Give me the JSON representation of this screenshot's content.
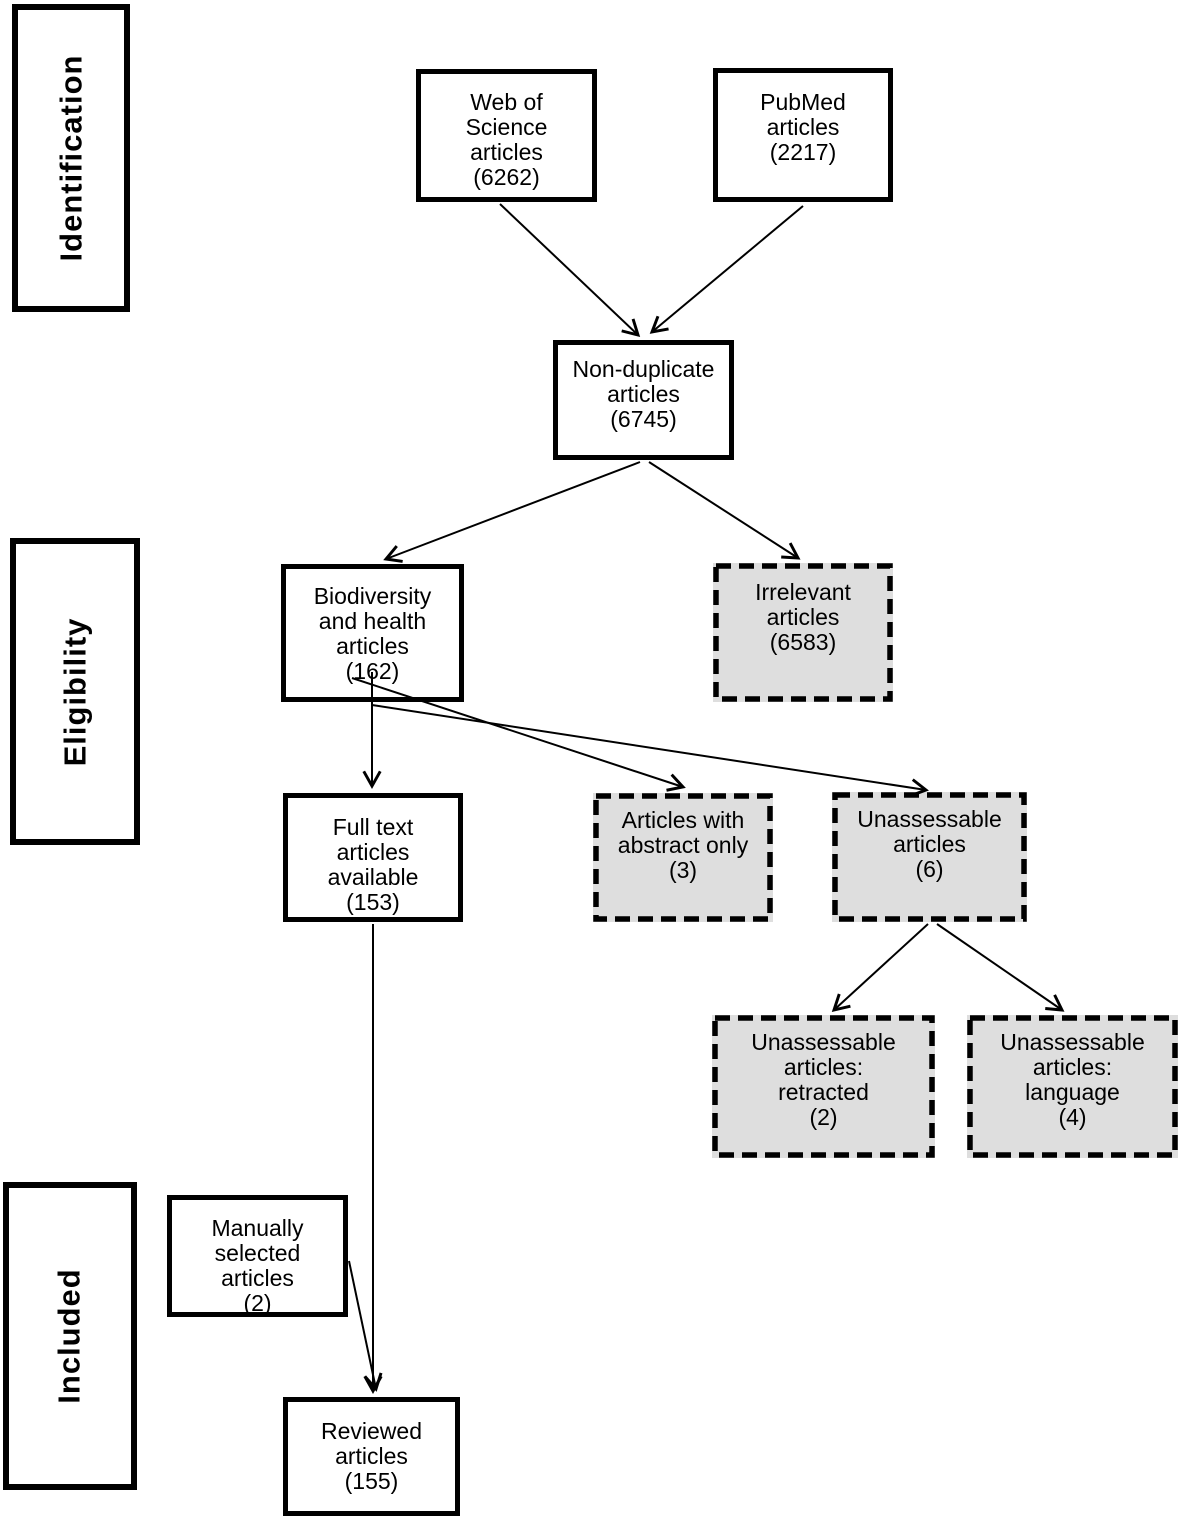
{
  "figure": {
    "stages": [
      {
        "id": "identification",
        "label": "Identification"
      },
      {
        "id": "eligibility",
        "label": "Eligibility"
      },
      {
        "id": "included",
        "label": "Included"
      }
    ],
    "nodes": {
      "web_of_science": {
        "label": "Web of\nScience\narticles\n(6262)",
        "style": "solid"
      },
      "pubmed": {
        "label": "PubMed\narticles\n(2217)",
        "style": "solid"
      },
      "non_duplicate": {
        "label": "Non-duplicate\narticles\n(6745)",
        "style": "solid"
      },
      "biodiversity_health": {
        "label": "Biodiversity\nand health\narticles\n(162)",
        "style": "solid"
      },
      "irrelevant": {
        "label": "Irrelevant\narticles\n(6583)",
        "style": "dashed"
      },
      "full_text": {
        "label": "Full text\narticles\navailable\n(153)",
        "style": "solid"
      },
      "abstract_only": {
        "label": "Articles with\nabstract only\n(3)",
        "style": "dashed"
      },
      "unassessable": {
        "label": "Unassessable\narticles\n(6)",
        "style": "dashed"
      },
      "unassessable_retracted": {
        "label": "Unassessable\narticles:\nretracted\n(2)",
        "style": "dashed"
      },
      "unassessable_language": {
        "label": "Unassessable\narticles:\nlanguage\n(4)",
        "style": "dashed"
      },
      "manually_selected": {
        "label": "Manually\nselected\narticles\n(2)",
        "style": "solid"
      },
      "reviewed": {
        "label": "Reviewed\narticles\n(155)",
        "style": "solid"
      }
    },
    "edges": [
      {
        "from": "web_of_science",
        "to": "non_duplicate"
      },
      {
        "from": "pubmed",
        "to": "non_duplicate"
      },
      {
        "from": "non_duplicate",
        "to": "biodiversity_health"
      },
      {
        "from": "non_duplicate",
        "to": "irrelevant"
      },
      {
        "from": "biodiversity_health",
        "to": "full_text"
      },
      {
        "from": "biodiversity_health",
        "to": "abstract_only"
      },
      {
        "from": "biodiversity_health",
        "to": "unassessable"
      },
      {
        "from": "unassessable",
        "to": "unassessable_retracted"
      },
      {
        "from": "unassessable",
        "to": "unassessable_language"
      },
      {
        "from": "full_text",
        "to": "reviewed"
      },
      {
        "from": "manually_selected",
        "to": "reviewed"
      }
    ],
    "colors": {
      "excluded_fill": "#dedede",
      "included_fill": "#ffffff",
      "line": "#000000"
    }
  }
}
